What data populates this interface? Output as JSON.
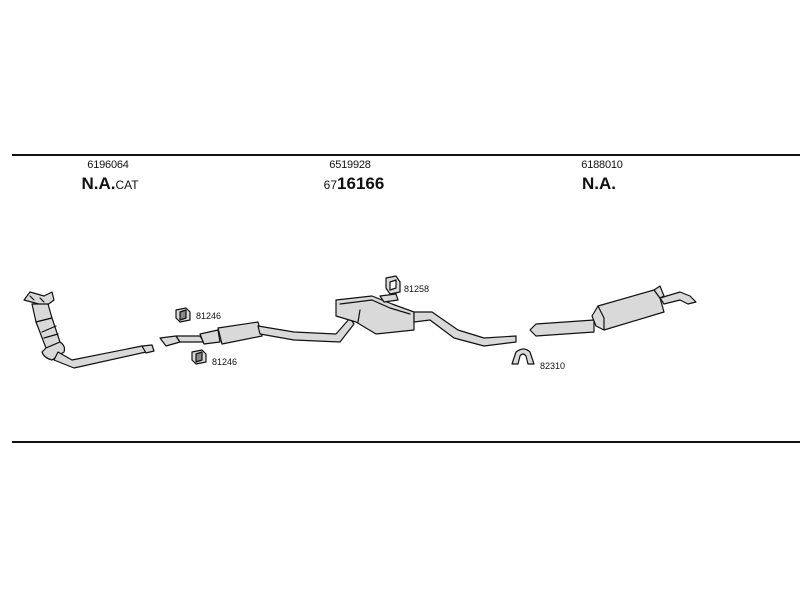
{
  "sections": [
    {
      "part_number": "6196064",
      "status_main": "N.A.",
      "status_suffix": "CAT"
    },
    {
      "part_number": "6519928",
      "alt_prefix": "67",
      "alt_main": "16166"
    },
    {
      "part_number": "6188010",
      "status_main": "N.A."
    }
  ],
  "fittings": [
    {
      "code": "81246",
      "icon": "rubber-mount-icon"
    },
    {
      "code": "81246",
      "icon": "rubber-mount-icon"
    },
    {
      "code": "81258",
      "icon": "rubber-hanger-icon"
    },
    {
      "code": "82310",
      "icon": "pipe-clamp-icon"
    }
  ],
  "colors": {
    "line": "#111111",
    "part_fill": "#d9d9d9",
    "background": "#ffffff"
  }
}
